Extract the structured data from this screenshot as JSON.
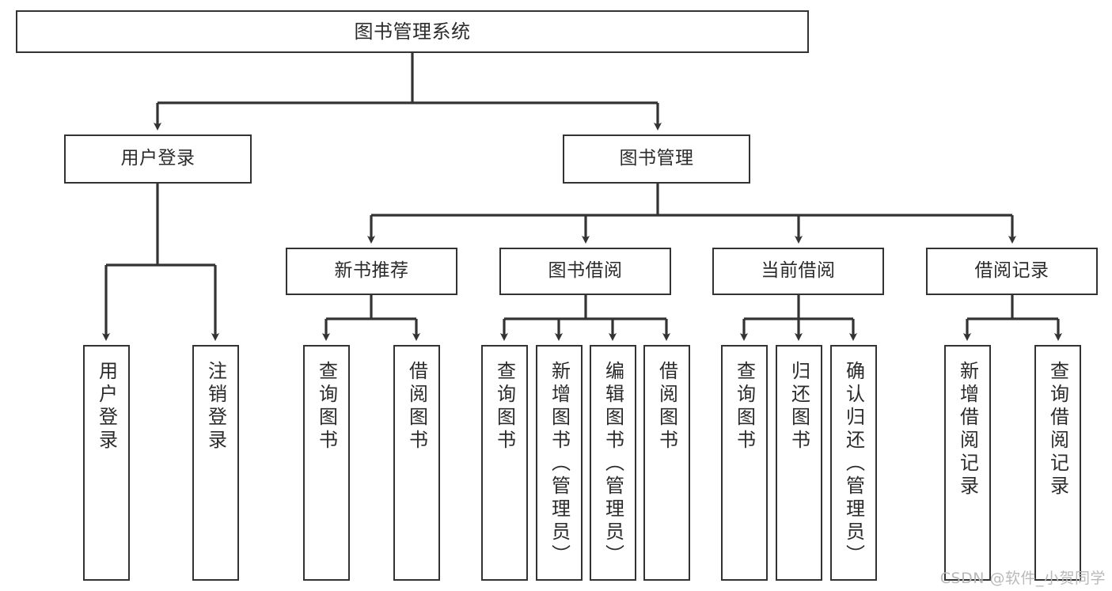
{
  "diagram": {
    "title": "图书管理系统",
    "type": "tree-hierarchy-diagram",
    "colors": {
      "background": "#ffffff",
      "node_border": "#333333",
      "node_fill": "#ffffff",
      "edge": "#333333",
      "text": "#2b2b2b",
      "watermark": "#b9b9b9"
    }
  },
  "watermark": {
    "text": "CSDN @软件_小贺同学"
  },
  "nodes": {
    "root": {
      "label": "图书管理系统"
    },
    "level2": [
      {
        "id": "user-login",
        "label": "用户登录"
      },
      {
        "id": "book-manage",
        "label": "图书管理"
      }
    ],
    "level3": [
      {
        "id": "new-book-recommend",
        "label": "新书推荐"
      },
      {
        "id": "book-borrow",
        "label": "图书借阅"
      },
      {
        "id": "current-borrow",
        "label": "当前借阅"
      },
      {
        "id": "borrow-record",
        "label": "借阅记录"
      }
    ],
    "leaves": {
      "user_login": [
        {
          "id": "leaf-user-login",
          "label": "用户登录"
        },
        {
          "id": "leaf-user-logout",
          "label": "注销登录"
        }
      ],
      "new_book_recommend": [
        {
          "id": "leaf-query-book-1",
          "label": "查询图书"
        },
        {
          "id": "leaf-borrow-book-1",
          "label": "借阅图书"
        }
      ],
      "book_borrow": [
        {
          "id": "leaf-query-book-2",
          "label": "查询图书"
        },
        {
          "id": "leaf-add-book",
          "label": "新增图书（管理员）"
        },
        {
          "id": "leaf-edit-book",
          "label": "编辑图书（管理员）"
        },
        {
          "id": "leaf-borrow-book-2",
          "label": "借阅图书"
        }
      ],
      "current_borrow": [
        {
          "id": "leaf-query-book-3",
          "label": "查询图书"
        },
        {
          "id": "leaf-return-book",
          "label": "归还图书"
        },
        {
          "id": "leaf-confirm-return",
          "label": "确认归还（管理员）"
        }
      ],
      "borrow_record": [
        {
          "id": "leaf-add-record",
          "label": "新增借阅记录"
        },
        {
          "id": "leaf-query-record",
          "label": "查询借阅记录"
        }
      ]
    }
  }
}
